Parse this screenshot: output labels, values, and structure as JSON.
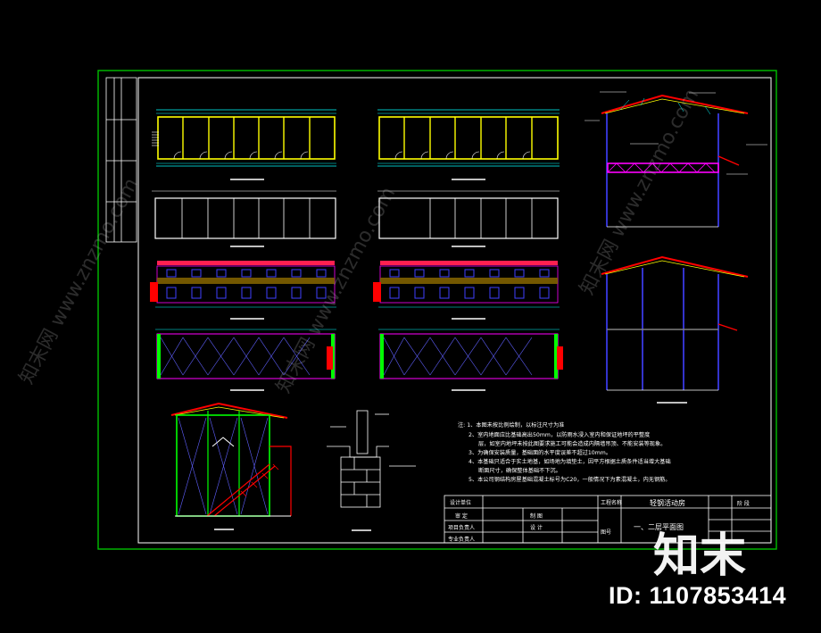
{
  "colors": {
    "frame": "#00c000",
    "white": "#ffffff",
    "yellow": "#ffff00",
    "cyan": "#00ffff",
    "red": "#ff0000",
    "magenta": "#ff00ff",
    "blue": "#4040ff",
    "green": "#00ff00"
  },
  "notes": [
    "注: 1、本图未按比例绘制，以标注尺寸为准",
    "2、室内地面应比基础高出50mm，以防雨水浸入室内和保证地坪的平整度",
    "层，如室内地坪未按此图要求施工可能会造成内隔墙吊顶、不能安装等现象。",
    "3、为确保安装质量，基础面的水平度误差不超过10mm。",
    "4、本基础只适合于实土地基，如场地为填垫土，因平方根据土质条件适当增大基础",
    "断面尺寸，确保整体基础不下沉。",
    "5、本公司钢结构房屋基础混凝土标号为C20，一般情况下为素混凝土，内无钢筋。"
  ],
  "title_block": {
    "design_unit_label": "设计单位",
    "project_label": "工程名称",
    "project_name": "轻钢活动房",
    "approve_label": "审 定",
    "project_lead_label": "项目负责人",
    "specialty_lead_label": "专业负责人",
    "draw_label": "制 图",
    "design_label": "设 计",
    "drawing_name": "一、二层平面图",
    "stage_label": "阶 段",
    "number_label": "图号"
  },
  "watermark": {
    "id_text": "ID: 1107853414",
    "logo_text": "知末",
    "diagonal_text": "知末网 www.znzmo.com"
  }
}
